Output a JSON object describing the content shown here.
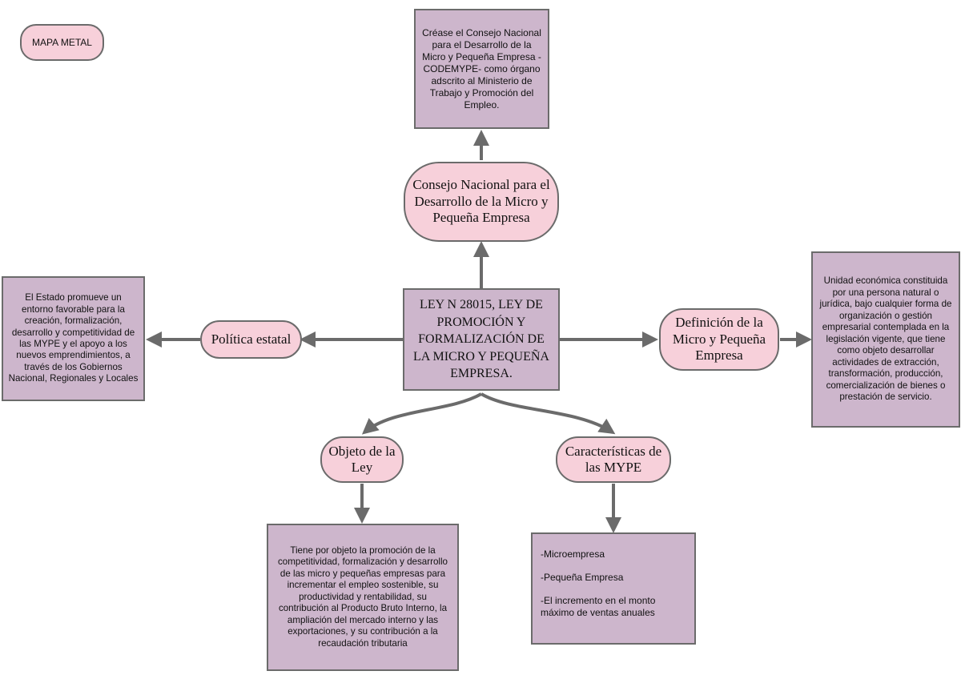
{
  "title_tag": "MAPA METAL",
  "central": "LEY N 28015, LEY DE PROMOCIÓN Y FORMALIZACIÓN DE LA MICRO Y PEQUEÑA EMPRESA.",
  "nodes": {
    "consejo": {
      "label": "Consejo Nacional para el Desarrollo de la Micro y Pequeña Empresa",
      "detail": "Créase el Consejo Nacional para el Desarrollo de la Micro y Pequeña Empresa -CODEMYPE- como órgano adscrito al Ministerio de Trabajo y Promoción del Empleo."
    },
    "politica": {
      "label": "Política estatal",
      "detail": "El Estado promueve un entorno favorable para la creación, formalización, desarrollo y competitividad de las MYPE y el apoyo a los nuevos emprendimientos, a través de los Gobiernos Nacional, Regionales y Locales"
    },
    "definicion": {
      "label": "Definición de la Micro y Pequeña Empresa",
      "detail": "Unidad económica constituida por una persona natural o jurídica, bajo cualquier forma de organización o gestión empresarial contemplada en la legislación vigente, que tiene como objeto desarrollar actividades de extracción, transformación, producción, comercialización de bienes o prestación de servicio."
    },
    "objeto": {
      "label": "Objeto de la Ley",
      "detail": "Tiene por objeto la promoción de la competitividad, formalización y desarrollo de las micro y pequeñas empresas para incrementar el empleo sostenible, su productividad y rentabilidad, su contribución al Producto Bruto Interno, la ampliación del mercado interno y las exportaciones, y su contribución a la recaudación tributaria"
    },
    "caracteristicas": {
      "label": "Características de las MYPE",
      "items": [
        "-Microempresa",
        "-Pequeña Empresa",
        "-El incremento en el monto máximo de ventas anuales"
      ]
    }
  },
  "colors": {
    "box_fill": "#cdb6cc",
    "pill_fill": "#f7d0da",
    "stroke": "#6b6b6b"
  }
}
